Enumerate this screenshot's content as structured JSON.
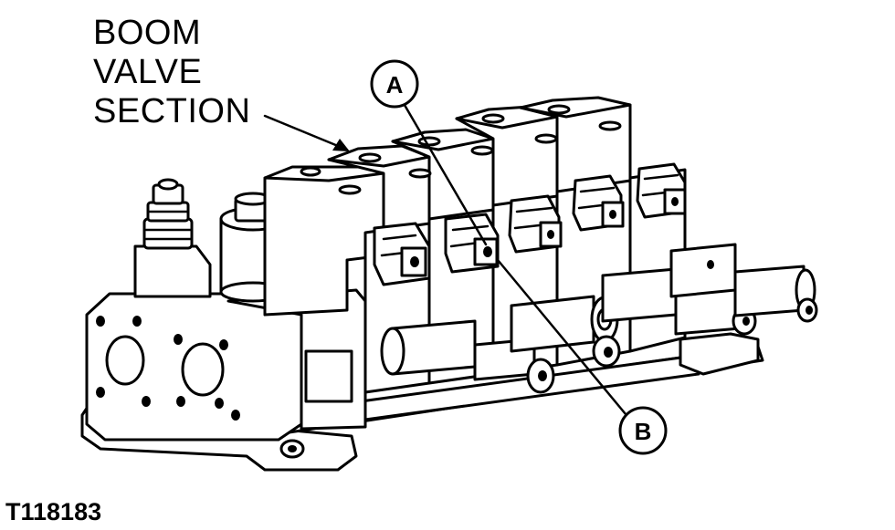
{
  "labels": {
    "boom_line1": "BOOM",
    "boom_line2": "VALVE",
    "boom_line3": "SECTION",
    "callout_a": "A",
    "callout_b": "B",
    "figure_id": "T118183"
  },
  "colors": {
    "ink": "#000000",
    "paper": "#ffffff"
  }
}
